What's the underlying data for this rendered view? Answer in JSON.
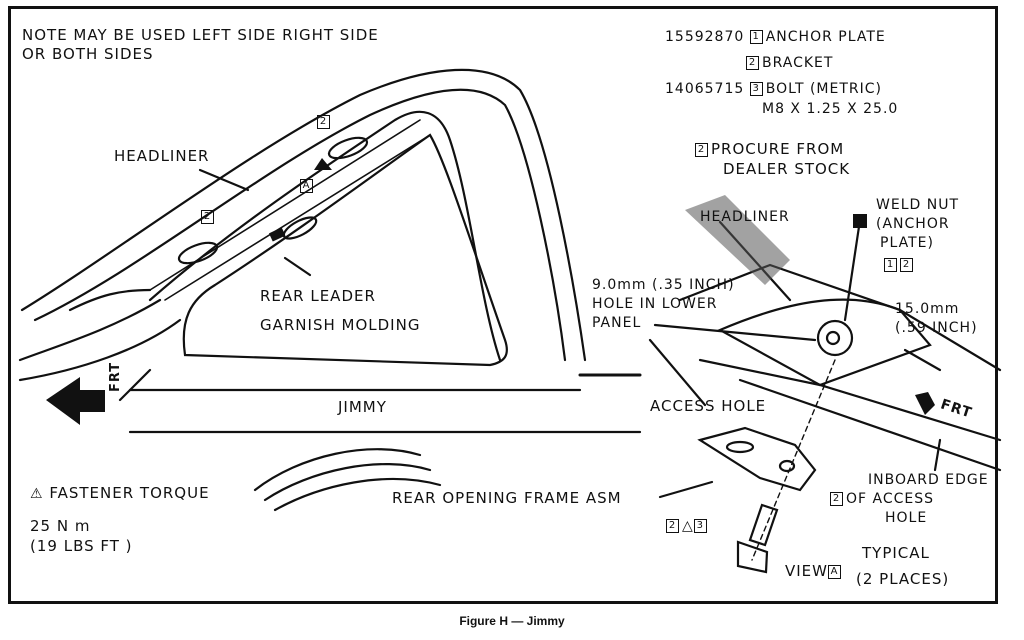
{
  "note": [
    "NOTE  MAY BE USED LEFT SIDE  RIGHT SIDE",
    "OR BOTH SIDES"
  ],
  "parts": [
    {
      "number": "15592870",
      "ref": "1",
      "name": "ANCHOR PLATE"
    },
    {
      "number": "",
      "ref": "2",
      "name": "BRACKET"
    },
    {
      "number": "14065715",
      "ref": "3",
      "name": "BOLT (METRIC)",
      "spec": "M8 X 1.25 X 25.0"
    }
  ],
  "procure": {
    "ref": "2",
    "text": [
      "PROCURE FROM",
      "DEALER STOCK"
    ]
  },
  "labels": {
    "headliner_main": "HEADLINER",
    "rear_leader": [
      "REAR LEADER",
      "GARNISH MOLDING"
    ],
    "jimmy": "JIMMY",
    "frt": "FRT",
    "access_hole": "ACCESS HOLE",
    "rear_opening": "REAR OPENING FRAME ASM",
    "headliner_detail": "HEADLINER",
    "weld_nut": [
      "WELD NUT",
      "(ANCHOR",
      "PLATE)"
    ],
    "weld_refs": [
      "1",
      "2"
    ],
    "hole_lower": [
      "9.0mm  (.35 INCH)",
      "HOLE IN LOWER",
      "PANEL"
    ],
    "dim_15": [
      "15.0mm",
      "(.59 INCH)"
    ],
    "inboard": [
      "INBOARD EDGE",
      "OF ACCESS",
      "HOLE"
    ],
    "inboard_ref": "2",
    "bolt_refs": [
      "2",
      "3"
    ],
    "view": "VIEW",
    "view_ref": "A",
    "typical": [
      "TYPICAL",
      "(2 PLACES)"
    ]
  },
  "callouts": {
    "a": "A",
    "two": "2"
  },
  "torque": {
    "title": "FASTENER TORQUE",
    "value": [
      "25 N m",
      "(19 LBS  FT )"
    ]
  },
  "figure_caption": "Figure H — Jimmy"
}
